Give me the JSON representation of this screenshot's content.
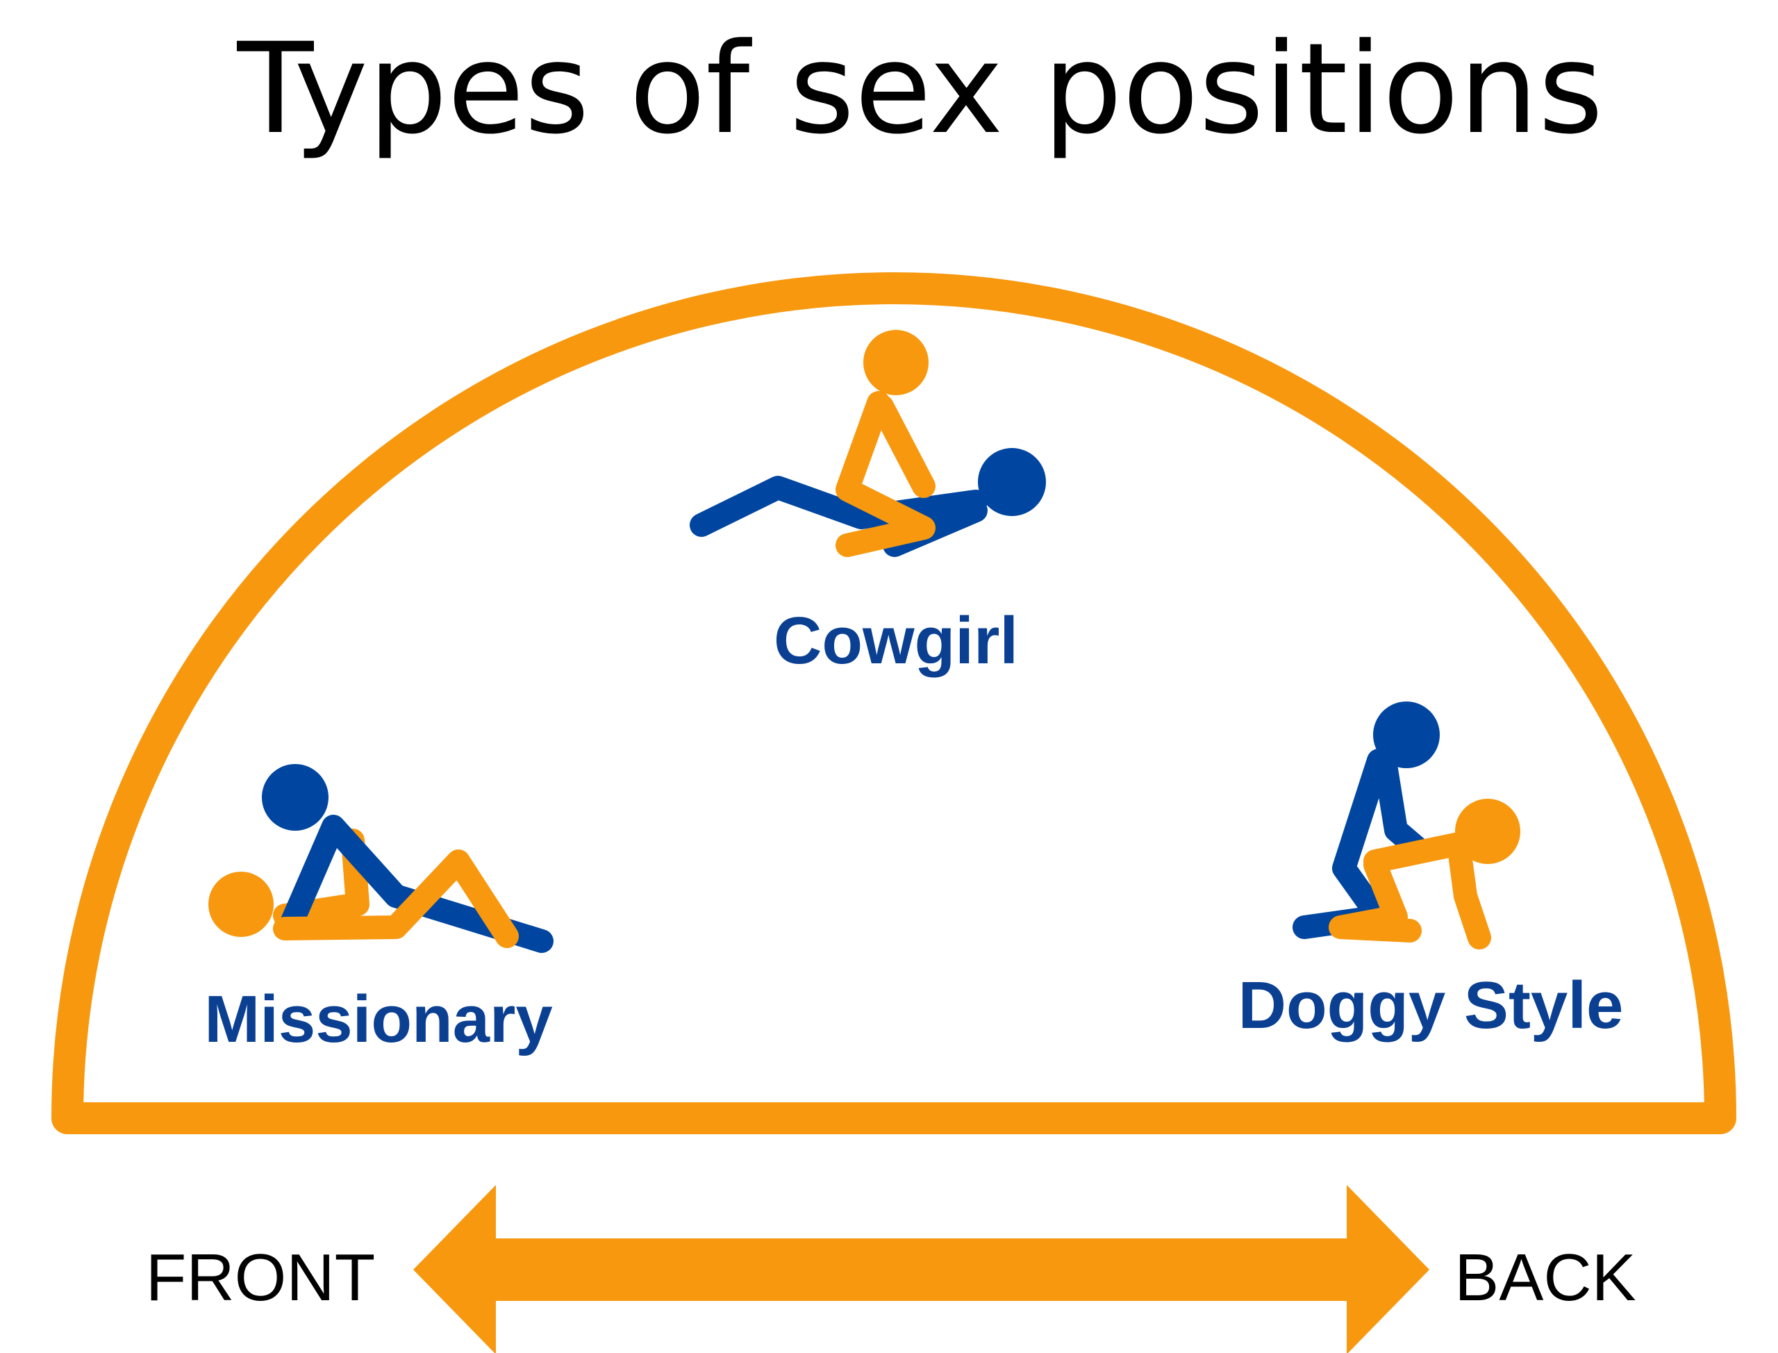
{
  "title": "Types of sex positions",
  "colors": {
    "orange": "#F7980F",
    "blue": "#0046A0",
    "text_blue": "#0A3F91",
    "black": "#000000",
    "background": "#FFFFFF"
  },
  "positions": [
    {
      "id": "missionary",
      "label": "Missionary"
    },
    {
      "id": "cowgirl",
      "label": "Cowgirl"
    },
    {
      "id": "doggy-style",
      "label": "Doggy Style"
    }
  ],
  "axis": {
    "left_label": "FRONT",
    "right_label": "BACK",
    "arrow": "double-headed-arrow"
  },
  "icons": [
    "missionary-figure-icon",
    "cowgirl-figure-icon",
    "doggy-style-figure-icon"
  ]
}
